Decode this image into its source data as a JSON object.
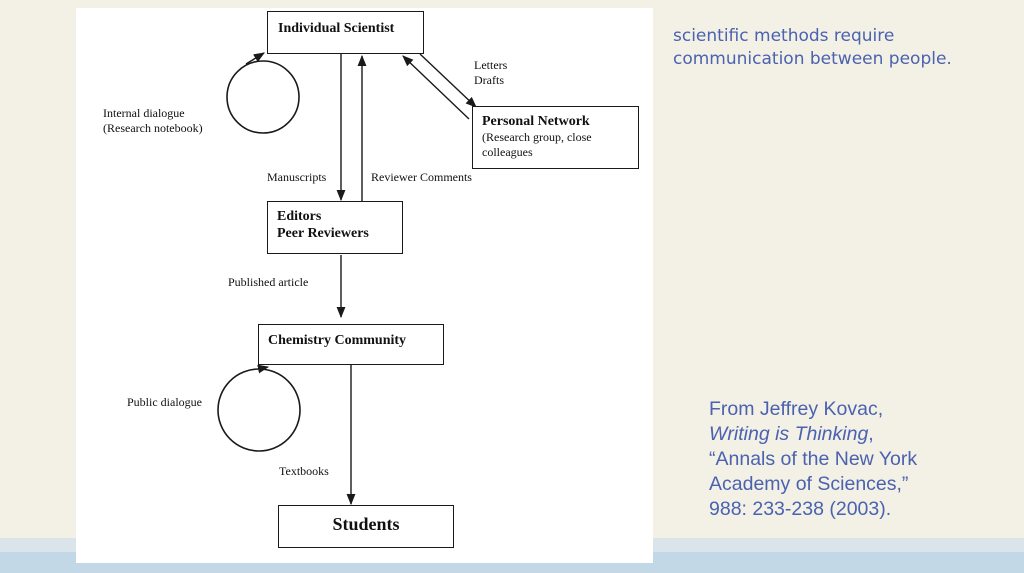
{
  "slide": {
    "caption_lines": [
      "scientific methods require",
      "communication between people."
    ],
    "citation": {
      "line1": "From Jeffrey Kovac,",
      "line2_title": "Writing is Thinking",
      "line2_suffix": ",",
      "line3": "“Annals of the New York",
      "line4": "Academy of Sciences,”",
      "line5": "988: 233-238 (2003)."
    }
  },
  "diagram": {
    "nodes": {
      "individual_scientist": "Individual Scientist",
      "personal_network": {
        "title": "Personal Network",
        "sub_line1": "(Research group, close",
        "sub_line2": "colleagues"
      },
      "editors": {
        "line1": "Editors",
        "line2": "Peer Reviewers"
      },
      "chemistry_community": "Chemistry Community",
      "students": "Students"
    },
    "labels": {
      "internal_dialogue_line1": "Internal dialogue",
      "internal_dialogue_line2": "(Research notebook)",
      "letters": "Letters",
      "drafts": "Drafts",
      "manuscripts": "Manuscripts",
      "reviewer_comments": "Reviewer Comments",
      "published_article": "Published article",
      "public_dialogue": "Public dialogue",
      "textbooks": "Textbooks"
    }
  }
}
